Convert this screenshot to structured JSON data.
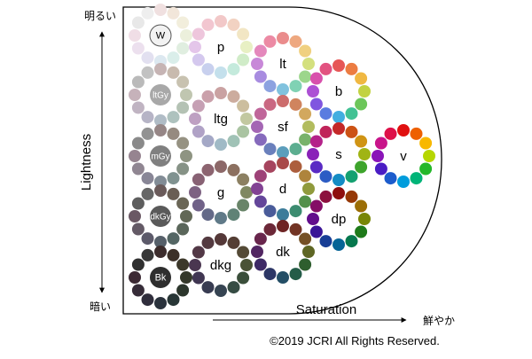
{
  "labels": {
    "bright": "明るい",
    "dark": "暗い",
    "vivid": "鮮やか",
    "lightness": "Lightness",
    "saturation": "Saturation",
    "copyright": "©2019 JCRI All Rights Reserved."
  },
  "tones": [
    {
      "id": "W",
      "label": "W",
      "kind": "neutral",
      "fill": "#f2f2f2",
      "text": "#000000",
      "colors": [
        "#f0e0e0",
        "#f2e6da",
        "#f2eedc",
        "#ecf0dc",
        "#e0eee0",
        "#daeeea",
        "#dce8f0",
        "#e2e0f0",
        "#ece0ee",
        "#f0dee6",
        "#e8e8e8",
        "#eeeeee"
      ]
    },
    {
      "id": "ltGy",
      "label": "ltGy",
      "kind": "neutral",
      "fill": "#a8a8a8",
      "text": "#ffffff",
      "colors": [
        "#c6b4b4",
        "#c8baae",
        "#c8c2b0",
        "#c0c6b0",
        "#b4c2b4",
        "#aec2be",
        "#b0bcc6",
        "#b6b4c6",
        "#c0b4c2",
        "#c6b2ba",
        "#bababa",
        "#c2c2c2"
      ]
    },
    {
      "id": "mGy",
      "label": "mGy",
      "kind": "neutral",
      "fill": "#808080",
      "text": "#ffffff",
      "colors": [
        "#968686",
        "#968a80",
        "#969282",
        "#8e9482",
        "#869286",
        "#809290",
        "#828c96",
        "#888696",
        "#908692",
        "#968490",
        "#8a8a8a",
        "#929292"
      ]
    },
    {
      "id": "dkGy",
      "label": "dkGy",
      "kind": "neutral",
      "fill": "#5a5a5a",
      "text": "#ffffff",
      "colors": [
        "#6a5a5a",
        "#6a5e54",
        "#6a6656",
        "#626856",
        "#5a665a",
        "#546664",
        "#56606a",
        "#5c5a6a",
        "#645a66",
        "#6a5864",
        "#5e5e5e",
        "#666666"
      ]
    },
    {
      "id": "Bk",
      "label": "Bk",
      "kind": "neutral",
      "fill": "#2e2e2e",
      "text": "#ffffff",
      "colors": [
        "#3c2c2c",
        "#3c3028",
        "#3c382a",
        "#34382a",
        "#2c362c",
        "#283636",
        "#2a323c",
        "#302e3c",
        "#362c38",
        "#3c2a34",
        "#303030",
        "#383838"
      ]
    },
    {
      "id": "p",
      "label": "p",
      "kind": "tone",
      "colors": [
        "#f2c8c8",
        "#f2d2c2",
        "#f2e6c4",
        "#e8f0c4",
        "#d0ecc8",
        "#c4eadc",
        "#c4e0ec",
        "#c8d0ee",
        "#d4c8ee",
        "#e4c6ea",
        "#eec6dc",
        "#f2c6d0"
      ]
    },
    {
      "id": "ltg",
      "label": "ltg",
      "kind": "tone",
      "colors": [
        "#caa2a2",
        "#ccac9e",
        "#ccbe9e",
        "#c2c8a0",
        "#aac4a2",
        "#a0c2b6",
        "#a0bac6",
        "#a4a8c6",
        "#b0a2c6",
        "#bea0c2",
        "#c6a0b4",
        "#caa0aa"
      ]
    },
    {
      "id": "g",
      "label": "g",
      "kind": "tone",
      "colors": [
        "#8c6868",
        "#8c7060",
        "#8c8062",
        "#808862",
        "#688468",
        "#608276",
        "#607a88",
        "#646a88",
        "#706288",
        "#7e6282",
        "#886274",
        "#8c6470"
      ]
    },
    {
      "id": "dkg",
      "label": "dkg",
      "kind": "tone",
      "colors": [
        "#543838",
        "#543e34",
        "#544a36",
        "#4a5236",
        "#3a4e3a",
        "#364c44",
        "#364452",
        "#383c52",
        "#403652",
        "#4a3650",
        "#523846",
        "#543a40"
      ]
    },
    {
      "id": "lt",
      "label": "lt",
      "kind": "tone",
      "colors": [
        "#ea8c8c",
        "#eea880",
        "#f0d080",
        "#d4e07e",
        "#9cd68c",
        "#80d2b4",
        "#80c2de",
        "#8ca2e0",
        "#a88ce0",
        "#c888d8",
        "#e488bc",
        "#ec8aa4"
      ]
    },
    {
      "id": "sf",
      "label": "sf",
      "kind": "tone",
      "colors": [
        "#cc6c6c",
        "#d0845e",
        "#d2a85e",
        "#b2bc5e",
        "#78b26a",
        "#5cae90",
        "#5c9ebc",
        "#6a80bc",
        "#866abc",
        "#a466b4",
        "#c0669a",
        "#ca6882"
      ]
    },
    {
      "id": "d",
      "label": "d",
      "kind": "tone",
      "colors": [
        "#a84848",
        "#ac5e3c",
        "#ae843c",
        "#909a3c",
        "#52904a",
        "#3c8c70",
        "#3c7c9a",
        "#4a5c9a",
        "#64469a",
        "#824294",
        "#9e4278",
        "#a6445e"
      ]
    },
    {
      "id": "dk",
      "label": "dk",
      "kind": "tone",
      "colors": [
        "#6e2424",
        "#723424",
        "#745024",
        "#5e6624",
        "#2e5e2e",
        "#245c48",
        "#244e66",
        "#2c3666",
        "#3e2a66",
        "#522662",
        "#68264c",
        "#6c2838"
      ]
    },
    {
      "id": "b",
      "label": "b",
      "kind": "tone",
      "colors": [
        "#e65656",
        "#ec7c42",
        "#f0b842",
        "#c2d242",
        "#6cc65a",
        "#42c294",
        "#42aee0",
        "#5a7ce0",
        "#8056e0",
        "#ac50d4",
        "#d850ac",
        "#e25280"
      ]
    },
    {
      "id": "s",
      "label": "s",
      "kind": "tone",
      "colors": [
        "#c42828",
        "#cc5214",
        "#d09414",
        "#a0b414",
        "#3ea42c",
        "#14a070",
        "#148cc4",
        "#2c5cc4",
        "#5a2ac4",
        "#8a22b8",
        "#b4228a",
        "#c0245a"
      ]
    },
    {
      "id": "dp",
      "label": "dp",
      "kind": "tone",
      "colors": [
        "#8e0e0e",
        "#963806",
        "#9c6e06",
        "#788606",
        "#1e7a1a",
        "#06784e",
        "#066496",
        "#183e96",
        "#3a1496",
        "#620e8c",
        "#840e66",
        "#8c103e"
      ]
    },
    {
      "id": "v",
      "label": "v",
      "kind": "tone",
      "colors": [
        "#e01010",
        "#ee6000",
        "#f8b800",
        "#b6d600",
        "#24b82a",
        "#00b478",
        "#009cdc",
        "#1c5ccc",
        "#4a1cc4",
        "#8a14b8",
        "#c8148a",
        "#de1048"
      ]
    }
  ]
}
